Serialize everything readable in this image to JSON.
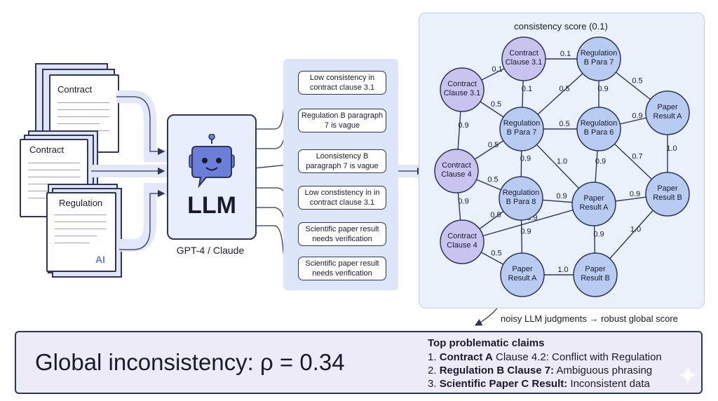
{
  "documents": [
    {
      "title": "Contract"
    },
    {
      "title": "Contract"
    },
    {
      "title": "Regulation",
      "badge": "AI"
    }
  ],
  "llm": {
    "label": "LLM",
    "caption": "GPT-4 / Claude"
  },
  "judgments": [
    "Low consistency in contract clause 3.1",
    "Regulation B paragraph 7 is vague",
    "Loonsistency B paragraph 7 is vague",
    "Low constistency in in contract clause 3.1",
    "Scientific paper result needs verification",
    "Scientific paper result needs verification"
  ],
  "graph": {
    "title": "consistency score (0.1)",
    "note": "noisy LLM judgments → robust global score",
    "nodes": [
      {
        "id": "n1",
        "label": [
          "Contract",
          "Clause 3.1"
        ],
        "color": "#c9c3ef"
      },
      {
        "id": "n2",
        "label": [
          "Regulation",
          "B Para 7"
        ],
        "color": "#b8cbf0"
      },
      {
        "id": "n3",
        "label": [
          "Contract",
          "Clause 3.1"
        ],
        "color": "#c9c3ef"
      },
      {
        "id": "n4",
        "label": [
          "Regulation",
          "B Para 7"
        ],
        "color": "#b8cbf0"
      },
      {
        "id": "n5",
        "label": [
          "Regulation",
          "B Para 6"
        ],
        "color": "#b8cbf0"
      },
      {
        "id": "n6",
        "label": [
          "Paper",
          "Result A"
        ],
        "color": "#b8cbf0"
      },
      {
        "id": "n7",
        "label": [
          "Contract",
          "Clause 4"
        ],
        "color": "#c9c3ef"
      },
      {
        "id": "n8",
        "label": [
          "Regulation",
          "B Para 8"
        ],
        "color": "#b8cbf0"
      },
      {
        "id": "n9",
        "label": [
          "Paper",
          "Result A"
        ],
        "color": "#b8cbf0"
      },
      {
        "id": "n10",
        "label": [
          "Paper",
          "Result B"
        ],
        "color": "#b8cbf0"
      },
      {
        "id": "n11",
        "label": [
          "Contract",
          "Clause 4"
        ],
        "color": "#c9c3ef"
      },
      {
        "id": "n12",
        "label": [
          "Paper",
          "Result A"
        ],
        "color": "#b8cbf0"
      },
      {
        "id": "n13",
        "label": [
          "Paper",
          "Result B"
        ],
        "color": "#b8cbf0"
      }
    ],
    "edges": [
      {
        "from": "n1",
        "to": "n2",
        "label": "0.1"
      },
      {
        "from": "n3",
        "to": "n1",
        "label": "0.1"
      },
      {
        "from": "n1",
        "to": "n4",
        "label": "0.1"
      },
      {
        "from": "n2",
        "to": "n5",
        "label": "0.9"
      },
      {
        "from": "n2",
        "to": "n4",
        "label": "0.5"
      },
      {
        "from": "n2",
        "to": "n6",
        "label": "0.5"
      },
      {
        "from": "n3",
        "to": "n4",
        "label": "0.5"
      },
      {
        "from": "n3",
        "to": "n7",
        "label": "0.9"
      },
      {
        "from": "n4",
        "to": "n5",
        "label": "0.5"
      },
      {
        "from": "n5",
        "to": "n6",
        "label": "0.9"
      },
      {
        "from": "n4",
        "to": "n7",
        "label": "0.5"
      },
      {
        "from": "n4",
        "to": "n8",
        "label": "0.9"
      },
      {
        "from": "n4",
        "to": "n9",
        "label": "1.0"
      },
      {
        "from": "n5",
        "to": "n10",
        "label": "0.7"
      },
      {
        "from": "n5",
        "to": "n9",
        "label": "0.9"
      },
      {
        "from": "n6",
        "to": "n10",
        "label": "1.0"
      },
      {
        "from": "n7",
        "to": "n8",
        "label": "0.5"
      },
      {
        "from": "n7",
        "to": "n11",
        "label": "0.9"
      },
      {
        "from": "n8",
        "to": "n9",
        "label": "0.9"
      },
      {
        "from": "n8",
        "to": "n11",
        "label": "0.5"
      },
      {
        "from": "n8",
        "to": "n12",
        "label": "0.9"
      },
      {
        "from": "n9",
        "to": "n10",
        "label": "0.9"
      },
      {
        "from": "n9",
        "to": "n13",
        "label": "0.9"
      },
      {
        "from": "n10",
        "to": "n13",
        "label": "1.0"
      },
      {
        "from": "n11",
        "to": "n12",
        "label": "0.5"
      },
      {
        "from": "n12",
        "to": "n13",
        "label": "1.0"
      },
      {
        "from": "n11",
        "to": "n9",
        "label": "0.9"
      }
    ]
  },
  "summary": {
    "global_text": "Global inconsistency: ρ = 0.34",
    "claims_title": "Top problematic claims",
    "claims": [
      {
        "num": "1.",
        "bold": "Contract A",
        "rest": " Clause 4.2: Conflict with Regulation"
      },
      {
        "num": "2.",
        "bold": "Regulation B Clause 7:",
        "rest": " Ambiguous phrasing"
      },
      {
        "num": "3.",
        "bold": "Scientific Paper C Result:",
        "rest": " Inconsistent data"
      }
    ]
  },
  "colors": {
    "accent": "#6b7fd8",
    "panel": "#dde6f9",
    "node_contract": "#c9c3ef",
    "node_other": "#b8cbf0",
    "stroke": "#2d3558"
  }
}
